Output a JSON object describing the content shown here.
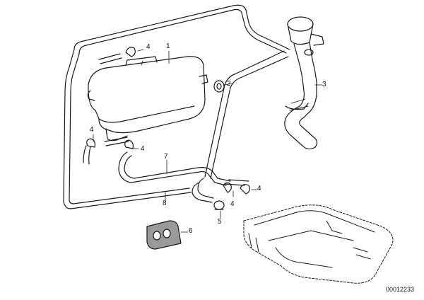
{
  "diagram": {
    "code": "00012233",
    "callouts": [
      {
        "id": "c1",
        "text": "1"
      },
      {
        "id": "c2",
        "text": "2"
      },
      {
        "id": "c3",
        "text": "3"
      },
      {
        "id": "c4a",
        "text": "4"
      },
      {
        "id": "c4b",
        "text": "4"
      },
      {
        "id": "c4c",
        "text": "4"
      },
      {
        "id": "c4d",
        "text": "4"
      },
      {
        "id": "c4e",
        "text": "4"
      },
      {
        "id": "c5",
        "text": "5"
      },
      {
        "id": "c6",
        "text": "6"
      },
      {
        "id": "c7",
        "text": "7"
      },
      {
        "id": "c8",
        "text": "8"
      }
    ]
  },
  "colors": {
    "line": "#1a1a1a",
    "shade": "#555555",
    "background": "#ffffff"
  }
}
